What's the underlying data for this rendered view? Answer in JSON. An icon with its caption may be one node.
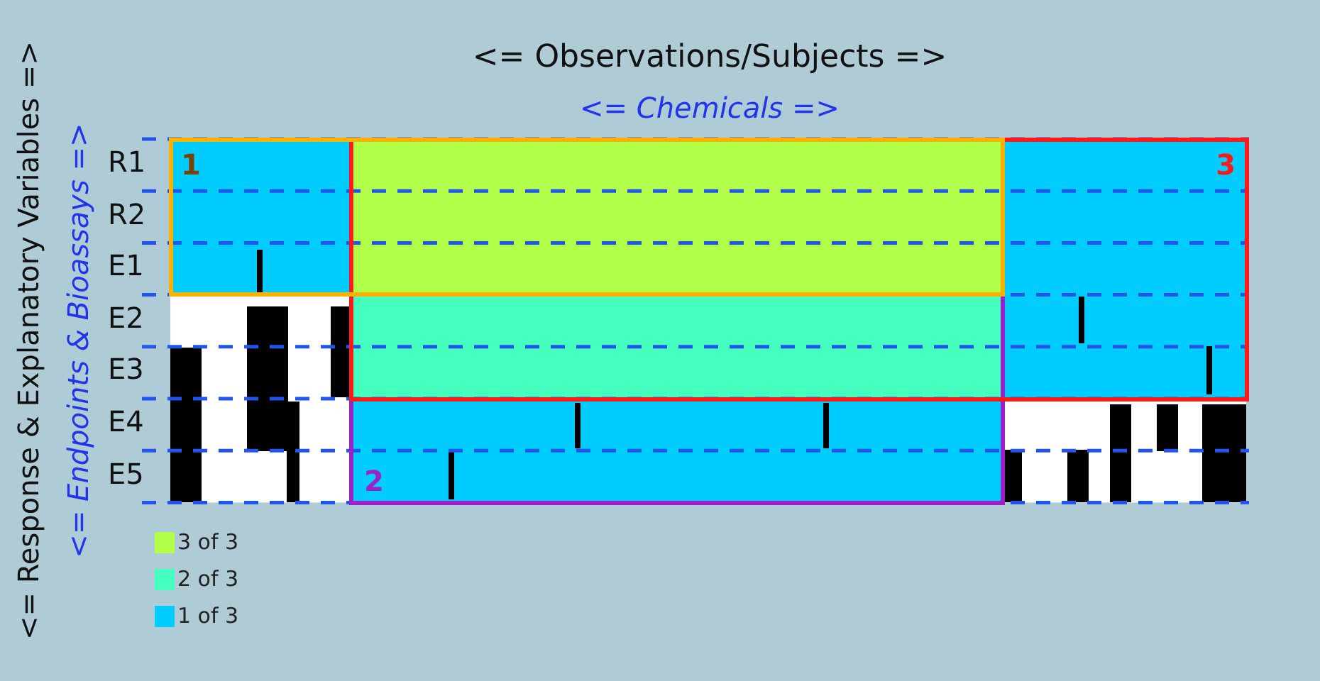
{
  "diagram": {
    "title": "<= Observations/Subjects =>",
    "nodes": [
      {
        "text": [
          "1"
        ]
      },
      {
        "text": [
          "2"
        ]
      },
      {
        "text": [
          "3"
        ]
      }
    ],
    "labels": [
      "<= Chemicals =>",
      "<= Response & Explanatory Variables =>",
      "<= Endpoints & Bioassays =>",
      "R1",
      "R2",
      "E1",
      "E2",
      "E3",
      "E4",
      "E5"
    ],
    "legend": [
      {
        "text": "3 of 3",
        "color": "#b2ff4a"
      },
      {
        "text": "2 of 3",
        "color": "#45ffbf"
      },
      {
        "text": "1 of 3",
        "color": "#00ccff"
      }
    ]
  }
}
